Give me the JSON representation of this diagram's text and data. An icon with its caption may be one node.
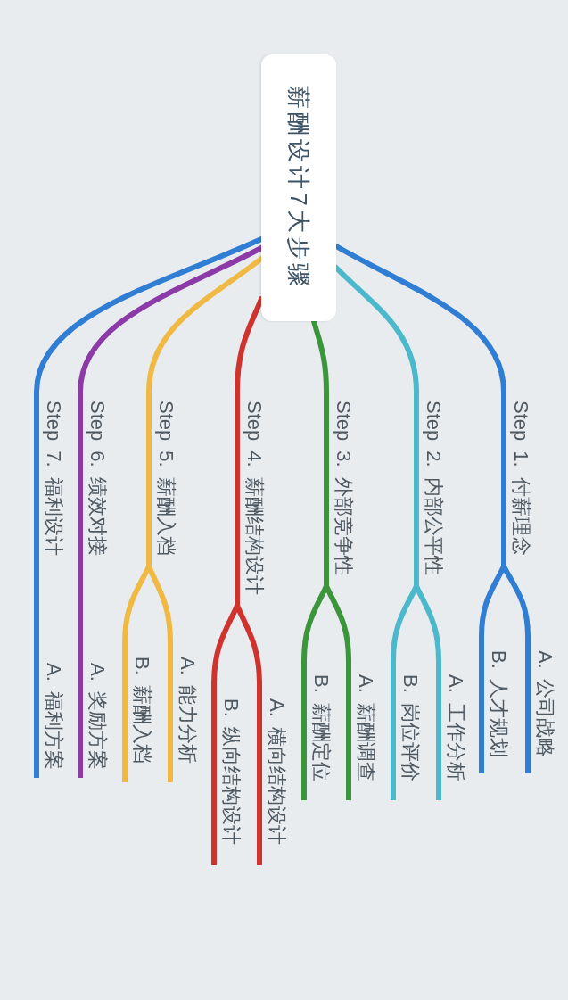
{
  "diagram": {
    "nodes": [
      {
        "text": [
          "薪酬设计7大步骤"
        ]
      },
      {
        "text": [
          "Step 1. 付薪理念"
        ]
      },
      {
        "text": [
          "A. 公司战略"
        ]
      },
      {
        "text": [
          "B. 人才规划"
        ]
      },
      {
        "text": [
          "Step 2. 内部公平性"
        ]
      },
      {
        "text": [
          "A. 工作分析"
        ]
      },
      {
        "text": [
          "B. 岗位评价"
        ]
      },
      {
        "text": [
          "Step 3. 外部竞争性"
        ]
      },
      {
        "text": [
          "A. 薪酬调查"
        ]
      },
      {
        "text": [
          "B. 薪酬定位"
        ]
      },
      {
        "text": [
          "Step 4. 薪酬结构设计"
        ]
      },
      {
        "text": [
          "A. 横向结构设计"
        ]
      },
      {
        "text": [
          "B. 纵向结构设计"
        ]
      },
      {
        "text": [
          "Step 5. 薪酬入档"
        ]
      },
      {
        "text": [
          "A. 能力分析"
        ]
      },
      {
        "text": [
          "B. 薪酬入档"
        ]
      },
      {
        "text": [
          "Step 6. 绩效对接"
        ]
      },
      {
        "text": [
          "A. 奖励方案"
        ]
      },
      {
        "text": [
          "Step 7. 福利设计"
        ]
      },
      {
        "text": [
          "A. 福利方案"
        ]
      }
    ],
    "edges": [
      {
        "from": 0,
        "to": 1,
        "arrow": "none",
        "color": "#2f7ed4"
      },
      {
        "from": 1,
        "to": 2,
        "arrow": "none",
        "color": "#2f7ed4"
      },
      {
        "from": 1,
        "to": 3,
        "arrow": "none",
        "color": "#2f7ed4"
      },
      {
        "from": 0,
        "to": 4,
        "arrow": "none",
        "color": "#4bb8cb"
      },
      {
        "from": 4,
        "to": 5,
        "arrow": "none",
        "color": "#4bb8cb"
      },
      {
        "from": 4,
        "to": 6,
        "arrow": "none",
        "color": "#4bb8cb"
      },
      {
        "from": 0,
        "to": 7,
        "arrow": "none",
        "color": "#3b953b"
      },
      {
        "from": 7,
        "to": 8,
        "arrow": "none",
        "color": "#3b953b"
      },
      {
        "from": 7,
        "to": 9,
        "arrow": "none",
        "color": "#3b953b"
      },
      {
        "from": 0,
        "to": 10,
        "arrow": "none",
        "color": "#d0322e"
      },
      {
        "from": 10,
        "to": 11,
        "arrow": "none",
        "color": "#d0322e"
      },
      {
        "from": 10,
        "to": 12,
        "arrow": "none",
        "color": "#d0322e"
      },
      {
        "from": 0,
        "to": 13,
        "arrow": "none",
        "color": "#f0b943"
      },
      {
        "from": 13,
        "to": 14,
        "arrow": "none",
        "color": "#f0b943"
      },
      {
        "from": 13,
        "to": 15,
        "arrow": "none",
        "color": "#f0b943"
      },
      {
        "from": 0,
        "to": 16,
        "arrow": "none",
        "color": "#8b3aa8"
      },
      {
        "from": 16,
        "to": 17,
        "arrow": "none",
        "color": "#8b3aa8"
      },
      {
        "from": 0,
        "to": 18,
        "arrow": "none",
        "color": "#2f7ed4"
      },
      {
        "from": 18,
        "to": 19,
        "arrow": "none",
        "color": "#2f7ed4"
      }
    ]
  }
}
